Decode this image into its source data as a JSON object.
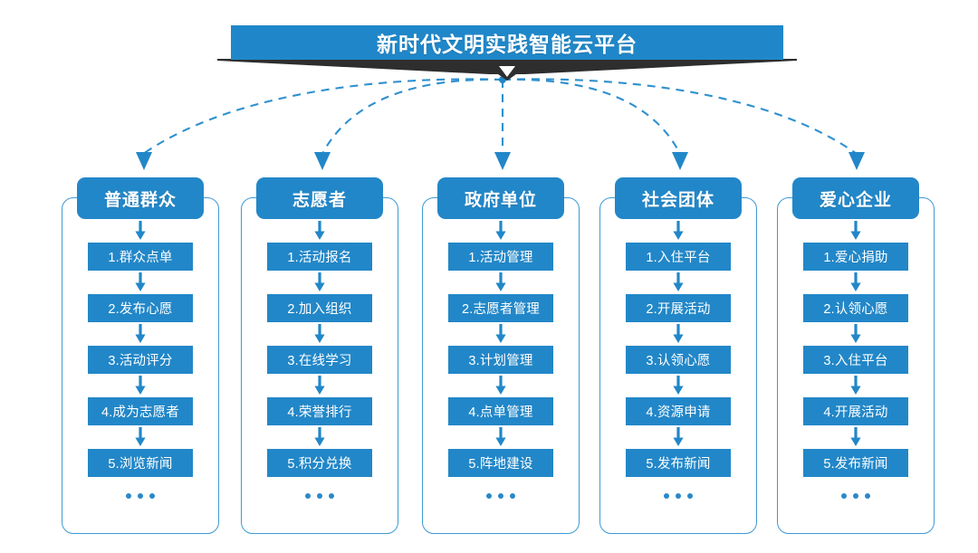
{
  "title": {
    "text": "新时代文明实践智能云平台",
    "bar_color": "#1f87c9",
    "shadow_color": "#2e2e2e"
  },
  "theme": {
    "box_blue": "#2287c8",
    "frame_blue": "#3d9ad4",
    "connector_blue": "#2e90cf",
    "background": "#ffffff"
  },
  "ellipsis_label": "...",
  "columns": [
    {
      "header": "普通群众",
      "items": [
        "1.群众点单",
        "2.发布心愿",
        "3.活动评分",
        "4.成为志愿者",
        "5.浏览新闻"
      ]
    },
    {
      "header": "志愿者",
      "items": [
        "1.活动报名",
        "2.加入组织",
        "3.在线学习",
        "4.荣誉排行",
        "5.积分兑换"
      ]
    },
    {
      "header": "政府单位",
      "items": [
        "1.活动管理",
        "2.志愿者管理",
        "3.计划管理",
        "4.点单管理",
        "5.阵地建设"
      ]
    },
    {
      "header": "社会团体",
      "items": [
        "1.入住平台",
        "2.开展活动",
        "3.认领心愿",
        "4.资源申请",
        "5.发布新闻"
      ]
    },
    {
      "header": "爱心企业",
      "items": [
        "1.爱心捐助",
        "2.认领心愿",
        "3.入住平台",
        "4.开展活动",
        "5.发布新闻"
      ]
    }
  ]
}
